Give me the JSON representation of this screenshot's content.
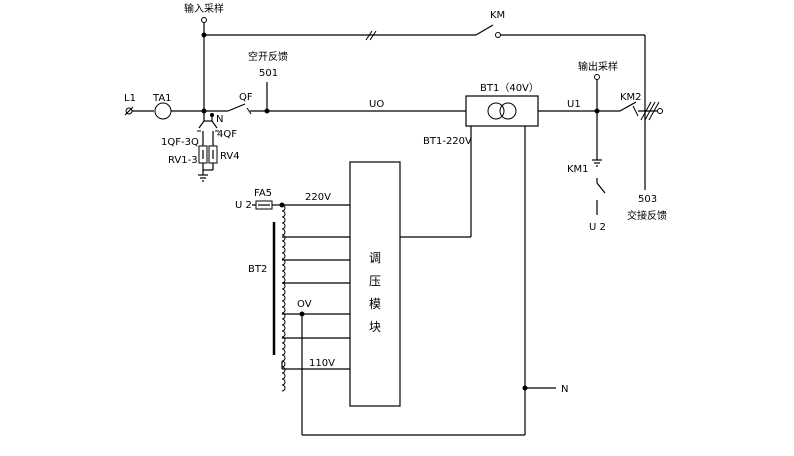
{
  "labels": {
    "input_sample": "输入采样",
    "km": "KM",
    "breaker_feedback": "空开反馈",
    "n501": "501",
    "l1": "L1",
    "ta1": "TA1",
    "qf": "QF",
    "uo": "UO",
    "bt1": "BT1（40V）",
    "u1": "U1",
    "output_sample": "输出采样",
    "km2": "KM2",
    "n_label": "N",
    "qf_1_3": "1QF-3Q",
    "qf_4": "4QF",
    "rv1_3": "RV1-3",
    "rv4": "RV4",
    "bt1_220v": "BT1-220V",
    "km1": "KM1",
    "n503": "503",
    "ac_feedback": "交接反馈",
    "u2_right": "U 2",
    "u2_left": "U 2",
    "fa5": "FA5",
    "v220": "220V",
    "bt2": "BT2",
    "ov": "OV",
    "v110": "110V",
    "n_bottom": "N",
    "module_text": [
      "调",
      "压",
      "模",
      "块"
    ]
  }
}
